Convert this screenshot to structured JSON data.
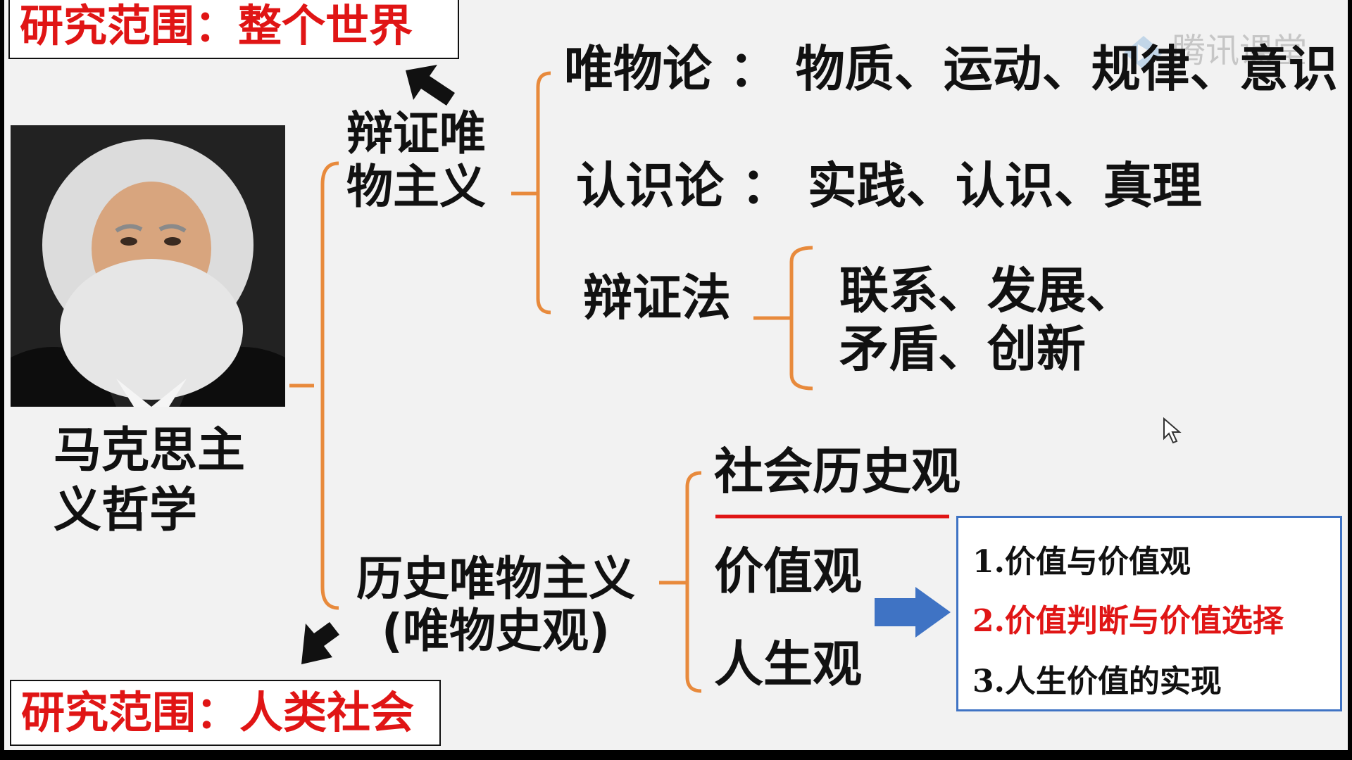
{
  "scope_top": "研究范围：整个世界",
  "scope_bottom": "研究范围：人类社会",
  "root_label": "马克思主义哲学",
  "root_label_line1": "马克思主",
  "root_label_line2": "义哲学",
  "dialectical_materialism": {
    "line1": "辩证唯",
    "line2": "物主义",
    "materialism": "唯物论 ： 物质、运动、规律、意识",
    "epistemology": "认识论 ： 实践、认识、真理",
    "dialectics": "辩证法",
    "dialectics_items_line1": "联系、发展、",
    "dialectics_items_line2": "矛盾、创新"
  },
  "historical_materialism": {
    "line1": "历史唯物主义",
    "line2": "(唯物史观)",
    "social_history_view": "社会历史观",
    "values_view": "价值观",
    "life_view": "人生观"
  },
  "value_topics": [
    "1.价值与价值观",
    "2.价值判断与价值选择",
    "3.人生价值的实现"
  ],
  "watermark": "腾讯课堂",
  "colors": {
    "scope_text": "#e01515",
    "connector": "#e88a3c",
    "arrow_blue": "#3f73c4",
    "underline": "#e01515",
    "highlight_item": "#e01515"
  }
}
